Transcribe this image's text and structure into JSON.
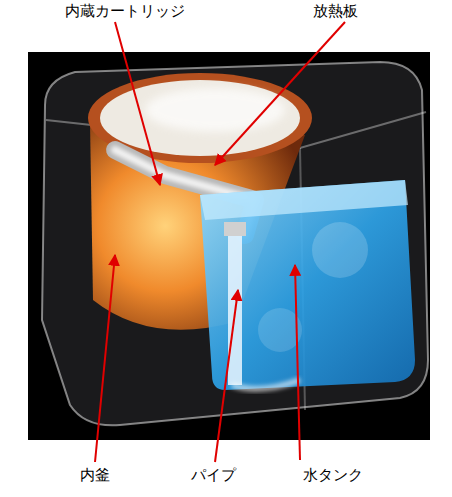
{
  "diagram": {
    "labels": [
      "内蔵カートリッジ",
      "放熱板",
      "内釜",
      "パイプ",
      "水タンク"
    ]
  }
}
